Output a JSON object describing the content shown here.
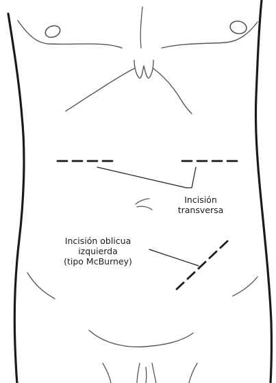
{
  "labels": {
    "transverse": [
      "Incisión",
      "transversa"
    ],
    "oblique": [
      "Incisión oblicua",
      "izquierda",
      "(tipo McBurney)"
    ]
  },
  "colors": {
    "line": "#1a1a1a",
    "outline": "#555555",
    "background": "#ffffff"
  }
}
